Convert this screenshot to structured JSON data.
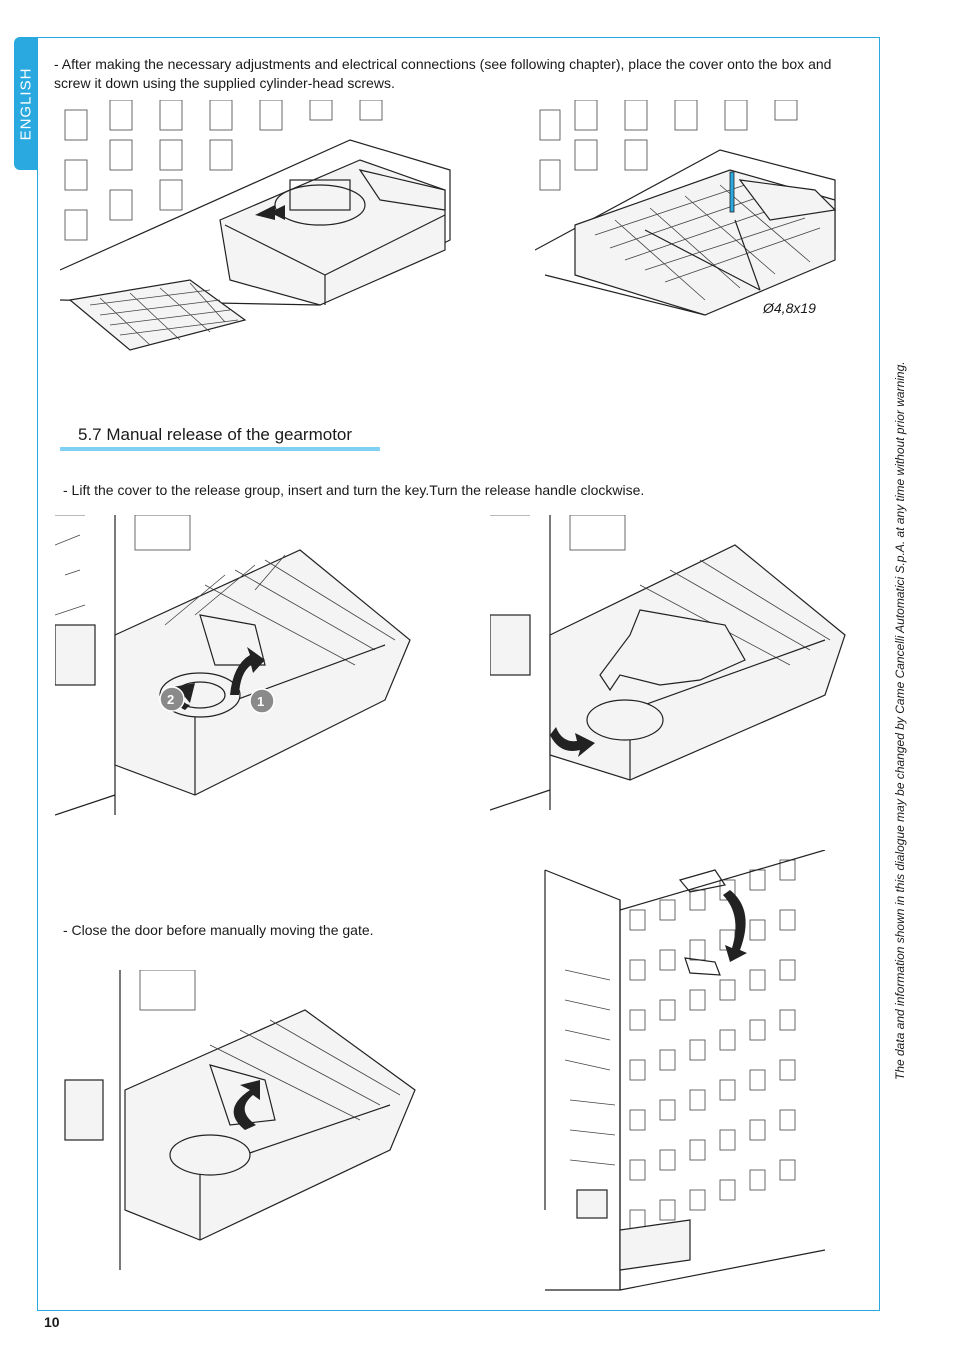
{
  "sidebar": {
    "language_tab": "ENGLISH"
  },
  "content": {
    "paragraph_cover": "- After making the necessary adjustments and electrical connections (see following chapter), place the cover onto the box and screw it down using the supplied cylinder-head screws.",
    "screw_label": "Ø4,8x19",
    "section_title": "5.7 Manual release of the gearmotor",
    "paragraph_release": "- Lift the cover to the release group, insert and turn the key.Turn the release handle clockwise.",
    "step_badges": [
      "1",
      "2"
    ],
    "paragraph_close": "- Close the door before manually moving the gate."
  },
  "side_note": "The data and information shown in this dialogue may be changed by Came Cancelli Automatici S.p.A. at any time without prior warning.",
  "page_number": "10",
  "colors": {
    "accent": "#29a9e0",
    "rule": "#7fd0f2"
  }
}
